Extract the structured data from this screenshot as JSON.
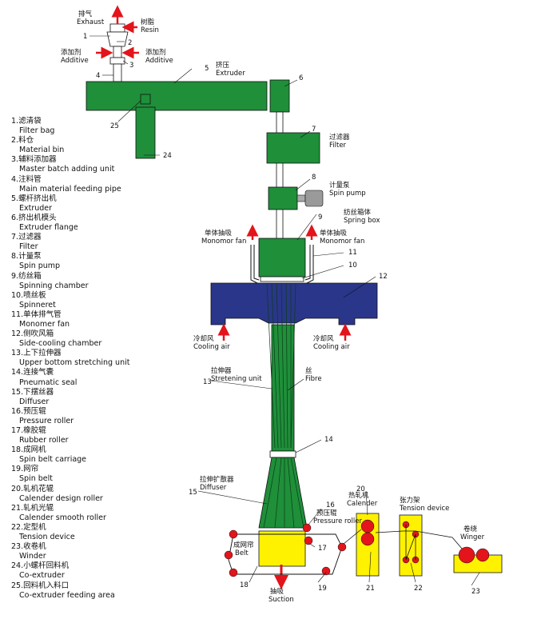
{
  "legend": [
    {
      "zh": "1.滤清袋",
      "en": "Filter bag"
    },
    {
      "zh": "2.料仓",
      "en": "Material bin"
    },
    {
      "zh": "3.辅料添加器",
      "en": "Master batch adding unit"
    },
    {
      "zh": "4.注料管",
      "en": "Main material feeding pipe"
    },
    {
      "zh": "5.螺杆挤出机",
      "en": "Extruder"
    },
    {
      "zh": "6.挤出机模头",
      "en": "Extruder flange"
    },
    {
      "zh": "7.过滤器",
      "en": "Filter"
    },
    {
      "zh": "8.计量泵",
      "en": "Spin pump"
    },
    {
      "zh": "9.纺丝箱",
      "en": "Spinning chamber"
    },
    {
      "zh": "10.喷丝板",
      "en": "Spinneret"
    },
    {
      "zh": "11.单体排气管",
      "en": "Monomer fan"
    },
    {
      "zh": "12.侧吹风箱",
      "en": "Side-cooling chamber"
    },
    {
      "zh": "13.上下拉伸器",
      "en": "Upper bottom stretching unit"
    },
    {
      "zh": "14.连接气囊",
      "en": "Pneumatic seal"
    },
    {
      "zh": "15.下摆丝器",
      "en": "Diffuser"
    },
    {
      "zh": "16.预压辊",
      "en": "Pressure roller"
    },
    {
      "zh": "17.橡胶辊",
      "en": "Rubber roller"
    },
    {
      "zh": "18.成网机",
      "en": "Spin belt carriage"
    },
    {
      "zh": "19.网帘",
      "en": "Spin belt"
    },
    {
      "zh": "20.轧机花辊",
      "en": "Calender design roller"
    },
    {
      "zh": "21.轧机光辊",
      "en": "Calender smooth roller"
    },
    {
      "zh": "22.定型机",
      "en": "Tension device"
    },
    {
      "zh": "23.收卷机",
      "en": "Winder"
    },
    {
      "zh": "24.小螺杆回料机",
      "en": "Co-extruder"
    },
    {
      "zh": "25.回料机入料口",
      "en": "Co-extruder feeding area"
    }
  ],
  "labels": {
    "exhaust_zh": "排气",
    "exhaust_en": "Exhaust",
    "resin_zh": "树脂",
    "resin_en": "Resin",
    "additive_zh": "添加剂",
    "additive_en": "Additive",
    "extruder_zh": "挤压",
    "extruder_en": "Extruder",
    "filter_zh": "过滤器",
    "filter_en": "Filter",
    "spinpump_zh": "计量泵",
    "spinpump_en": "Spin pump",
    "springbox_zh": "纺丝箱体",
    "springbox_en": "Spring box",
    "monomor_zh": "单体抽吸",
    "monomor_en": "Monomor fan",
    "cooling_zh": "冷却风",
    "cooling_en": "Cooling air",
    "stretching_zh": "拉伸器",
    "stretching_en": "Stretening unit",
    "fibre_zh": "丝",
    "fibre_en": "Fibre",
    "diffuser_zh": "拉伸扩散器",
    "diffuser_en": "Diffuser",
    "pressure_zh": "预压辊",
    "pressure_en": "Pressure roller",
    "belt_zh": "成网帘",
    "belt_en": "Belt",
    "suction_zh": "抽吸",
    "suction_en": "Suction",
    "calender_zh": "热轧机",
    "calender_en": "Calender",
    "tension_zh": "张力架",
    "tension_en": "Tension device",
    "winger_zh": "卷绕",
    "winger_en": "Winger"
  },
  "numbers": {
    "n1": "1",
    "n2": "2",
    "n3": "3",
    "n4": "4",
    "n5": "5",
    "n6": "6",
    "n7": "7",
    "n8": "8",
    "n9": "9",
    "n10": "10",
    "n11": "11",
    "n12": "12",
    "n13": "13",
    "n14": "14",
    "n15": "15",
    "n16": "16",
    "n17": "17",
    "n18": "18",
    "n19": "19",
    "n20": "20",
    "n21": "21",
    "n22": "22",
    "n23": "23",
    "n24": "24",
    "n25": "25"
  },
  "colors": {
    "green": "#1f8f3a",
    "blue": "#2a3689",
    "yellow": "#fff200",
    "red": "#e3141b"
  }
}
